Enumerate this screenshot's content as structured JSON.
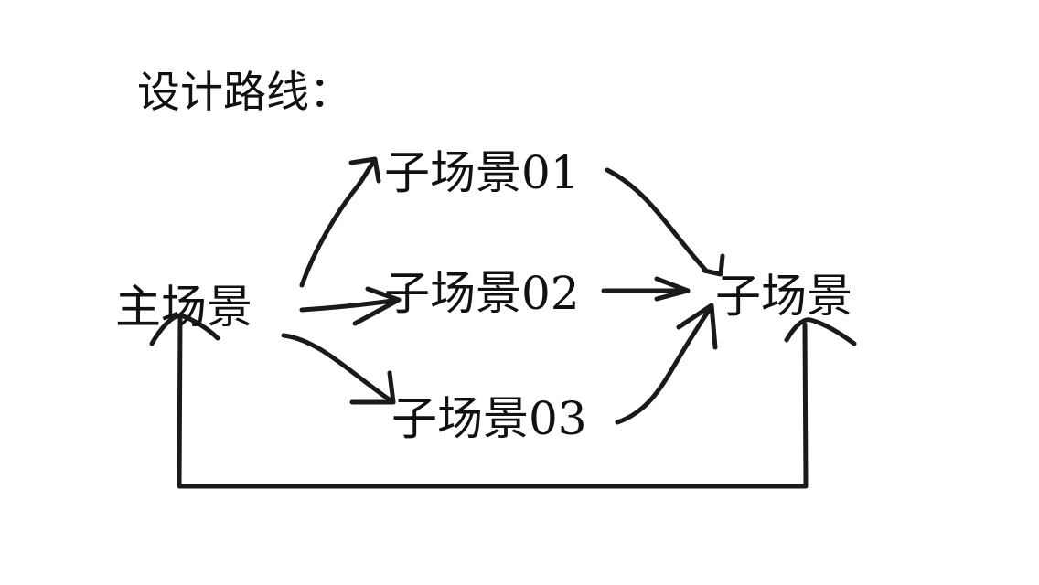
{
  "title": "设计路线：",
  "nodes": {
    "main": "主场景",
    "sub01": "子场景01",
    "sub02": "子场景02",
    "sub03": "子场景03",
    "target": "子场景"
  },
  "colors": {
    "ink": "#1a1a1a",
    "background": "#ffffff"
  }
}
